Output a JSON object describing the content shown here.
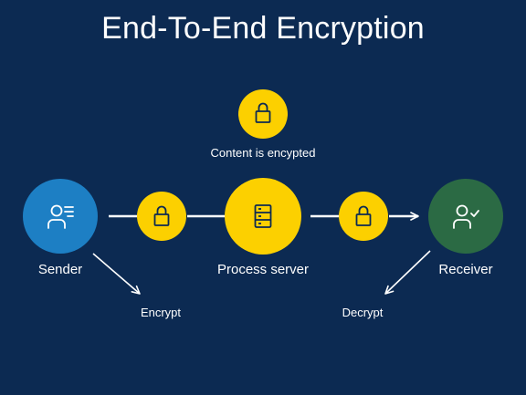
{
  "title": "End-To-End Encryption",
  "nodes": {
    "sender": {
      "label": "Sender",
      "color": "#1d7fc4"
    },
    "server": {
      "label": "Process server",
      "color": "#fcd000"
    },
    "receiver": {
      "label": "Receiver",
      "color": "#2b6a44"
    }
  },
  "labels": {
    "content": "Content is encypted",
    "encrypt": "Encrypt",
    "decrypt": "Decrypt"
  },
  "icons": {
    "sender": "user-list-icon",
    "server": "server-icon",
    "receiver": "user-check-icon",
    "lock": "lock-icon"
  },
  "colors": {
    "background": "#0c2a52",
    "lock_circle": "#fcd000",
    "line": "#ffffff"
  }
}
